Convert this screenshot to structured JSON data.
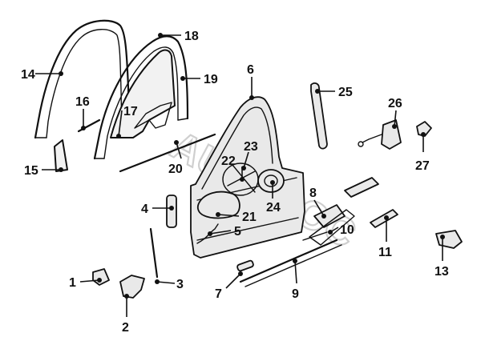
{
  "diagram": {
    "type": "exploded-parts-diagram",
    "watermark": "AUTODOC",
    "callouts": [
      {
        "id": "1",
        "label": "1"
      },
      {
        "id": "2",
        "label": "2"
      },
      {
        "id": "3",
        "label": "3"
      },
      {
        "id": "4",
        "label": "4"
      },
      {
        "id": "5",
        "label": "5"
      },
      {
        "id": "6",
        "label": "6"
      },
      {
        "id": "7",
        "label": "7"
      },
      {
        "id": "8",
        "label": "8"
      },
      {
        "id": "9",
        "label": "9"
      },
      {
        "id": "10",
        "label": "10"
      },
      {
        "id": "11",
        "label": "11"
      },
      {
        "id": "13",
        "label": "13"
      },
      {
        "id": "14",
        "label": "14"
      },
      {
        "id": "15",
        "label": "15"
      },
      {
        "id": "16",
        "label": "16"
      },
      {
        "id": "17",
        "label": "17"
      },
      {
        "id": "18",
        "label": "18"
      },
      {
        "id": "19",
        "label": "19"
      },
      {
        "id": "20",
        "label": "20"
      },
      {
        "id": "21",
        "label": "21"
      },
      {
        "id": "22",
        "label": "22"
      },
      {
        "id": "23",
        "label": "23"
      },
      {
        "id": "24",
        "label": "24"
      },
      {
        "id": "25",
        "label": "25"
      },
      {
        "id": "26",
        "label": "26"
      },
      {
        "id": "27",
        "label": "27"
      }
    ]
  }
}
